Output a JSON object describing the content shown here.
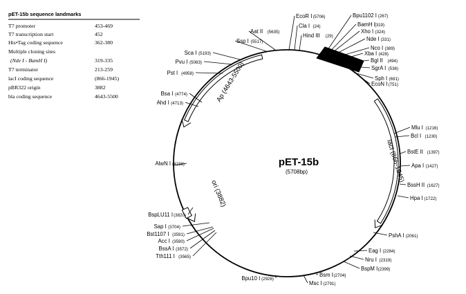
{
  "plasmid": {
    "name": "pET-15b",
    "size": "(5708bp)",
    "total_bp": 5708
  },
  "landmarks": {
    "title": "pET-15b sequence landmarks",
    "rows": [
      {
        "label": "T7 promoter",
        "value": "453-469"
      },
      {
        "label": "T7 transcription start",
        "value": "452"
      },
      {
        "label": "His•Tag coding sequence",
        "value": "362-380"
      },
      {
        "label": "Multiple cloning sites",
        "value": ""
      },
      {
        "label": "(Nde I - BamH I)",
        "value": "319-335"
      },
      {
        "label": "T7 terminator",
        "value": "213-259"
      },
      {
        "label": "lacI coding sequence",
        "value": "(866-1945)"
      },
      {
        "label": "pBR322 origin",
        "value": "3882"
      },
      {
        "label": "bla coding sequence",
        "value": "4643-5500"
      }
    ]
  },
  "features": [
    {
      "label": "Ap (4643-5500)",
      "start": 4643,
      "end": 5500
    },
    {
      "label": "lacI (866-1945)",
      "start": 866,
      "end": 1945
    },
    {
      "label": "ori (3882)",
      "start": 3882,
      "end": 3882
    }
  ],
  "sites": [
    {
      "name": "EcoR I",
      "pos": "(5706)"
    },
    {
      "name": "Cla I",
      "pos": "(24)"
    },
    {
      "name": "Hind III",
      "pos": "(29)"
    },
    {
      "name": "Aat II",
      "pos": "(5635)"
    },
    {
      "name": "Ssp I",
      "pos": "(5517)"
    },
    {
      "name": "Sca I",
      "pos": "(5193)"
    },
    {
      "name": "Pvu I",
      "pos": "(5083)"
    },
    {
      "name": "Pst I",
      "pos": "(4958)"
    },
    {
      "name": "Bsa I",
      "pos": "(4774)"
    },
    {
      "name": "Ahd I",
      "pos": "(4713)"
    },
    {
      "name": "AlwN I",
      "pos": "(4236)"
    },
    {
      "name": "BspLU11 I",
      "pos": "(3820)"
    },
    {
      "name": "Sap I",
      "pos": "(3704)"
    },
    {
      "name": "Bst1107 I",
      "pos": "(3591)"
    },
    {
      "name": "Acc I",
      "pos": "(3590)"
    },
    {
      "name": "BssA I",
      "pos": "(3572)"
    },
    {
      "name": "Tth111 I",
      "pos": "(3565)"
    },
    {
      "name": "Bpu10 I",
      "pos": "(2926)"
    },
    {
      "name": "Msc I",
      "pos": "(2791)"
    },
    {
      "name": "Bsm I",
      "pos": "(2704)"
    },
    {
      "name": "BspM I",
      "pos": "(2399)"
    },
    {
      "name": "Nru I",
      "pos": "(2319)"
    },
    {
      "name": "Eag I",
      "pos": "(2284)"
    },
    {
      "name": "PshA I",
      "pos": "(2061)"
    },
    {
      "name": "Hpa I",
      "pos": "(1722)"
    },
    {
      "name": "BssH II",
      "pos": "(1627)"
    },
    {
      "name": "Apa I",
      "pos": "(1427)"
    },
    {
      "name": "BstE II",
      "pos": "(1397)"
    },
    {
      "name": "Bcl I",
      "pos": "(1230)"
    },
    {
      "name": "Mlu I",
      "pos": "(1216)"
    },
    {
      "name": "Bpu1102 I",
      "pos": "(267)"
    },
    {
      "name": "BamH I",
      "pos": "(319)"
    },
    {
      "name": "Xho I",
      "pos": "(324)"
    },
    {
      "name": "Nde I",
      "pos": "(331)"
    },
    {
      "name": "Nco I",
      "pos": "(389)"
    },
    {
      "name": "Xba I",
      "pos": "(428)"
    },
    {
      "name": "Bgl II",
      "pos": "(494)"
    },
    {
      "name": "SgrA I",
      "pos": "(536)"
    },
    {
      "name": "Sph I",
      "pos": "(691)"
    },
    {
      "name": "EcoN I",
      "pos": "(751)"
    }
  ]
}
